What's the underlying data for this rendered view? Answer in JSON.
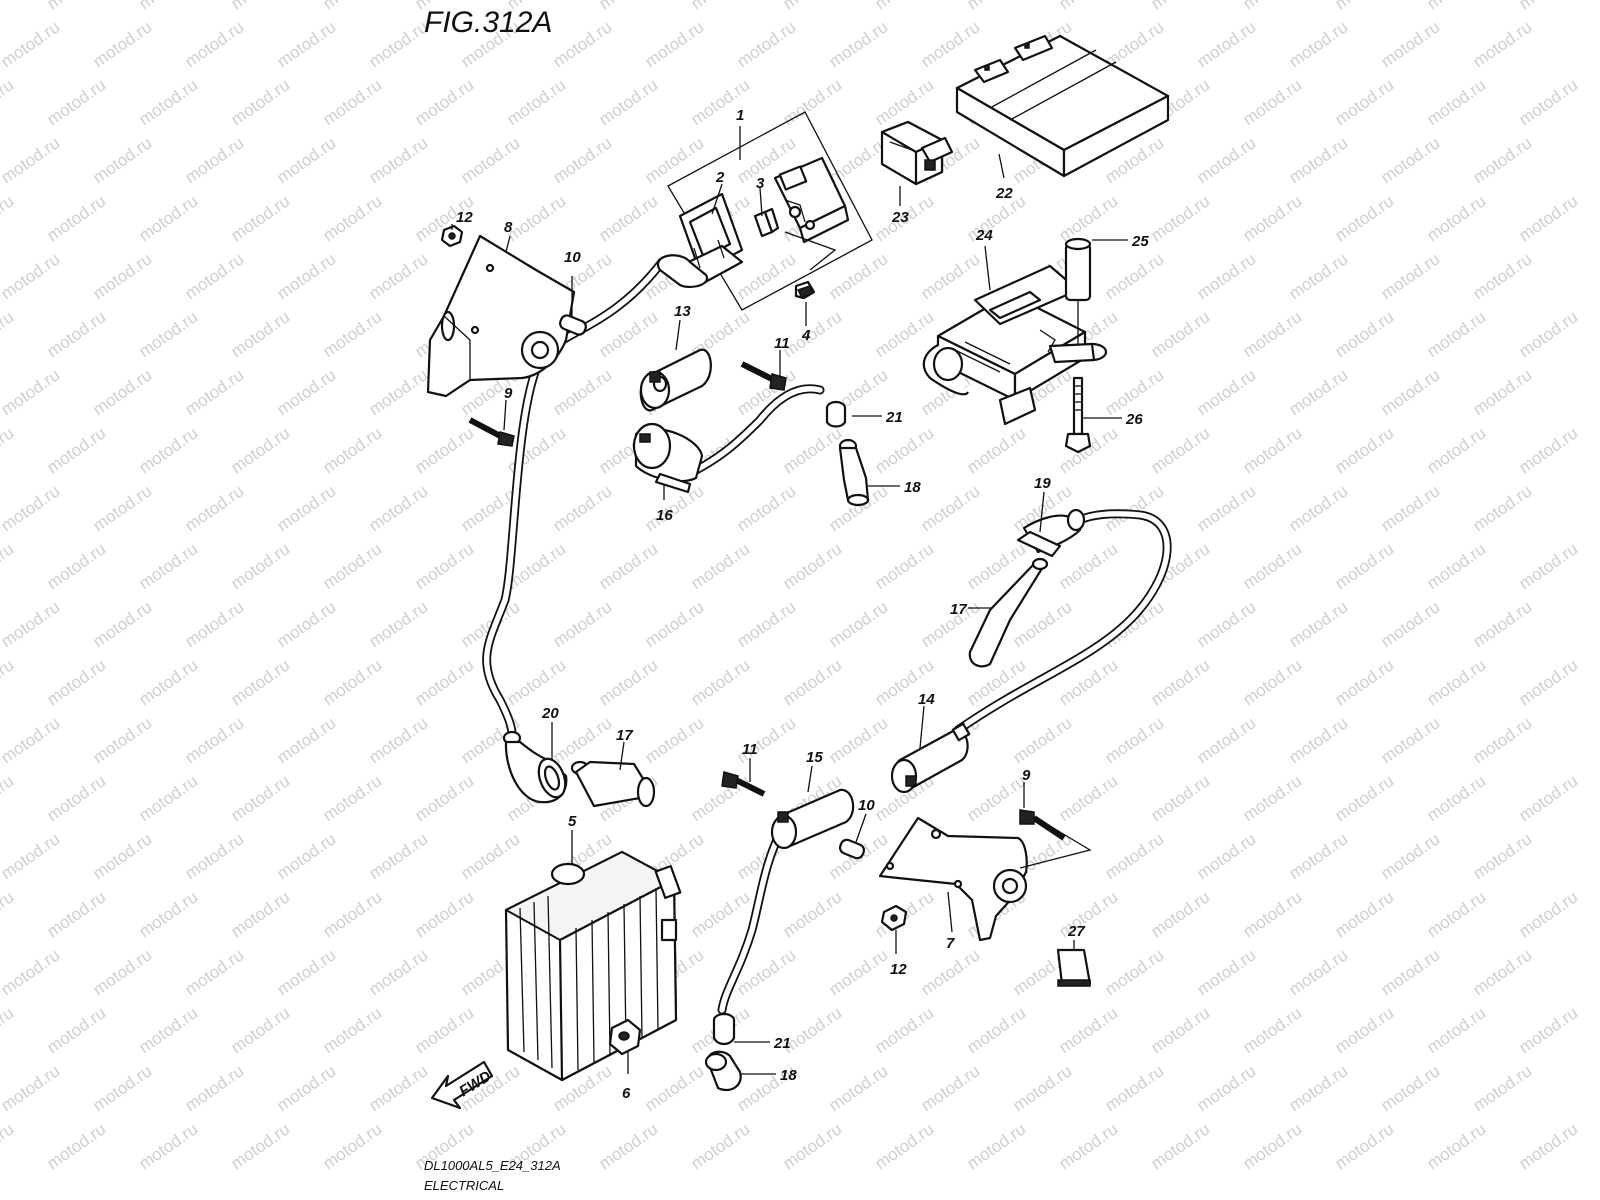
{
  "header": {
    "title": "FIG.312A"
  },
  "footer": {
    "code": "DL1000AL5_E24_312A",
    "section": "ELECTRICAL"
  },
  "fwd_arrow": {
    "label": "FWD"
  },
  "watermark": {
    "text": "motod.ru"
  },
  "callouts": [
    {
      "id": "c1",
      "label": "1"
    },
    {
      "id": "c2",
      "label": "2"
    },
    {
      "id": "c3",
      "label": "3"
    },
    {
      "id": "c4",
      "label": "4"
    },
    {
      "id": "c5",
      "label": "5"
    },
    {
      "id": "c6",
      "label": "6"
    },
    {
      "id": "c7",
      "label": "7"
    },
    {
      "id": "c8",
      "label": "8"
    },
    {
      "id": "c9a",
      "label": "9"
    },
    {
      "id": "c9b",
      "label": "9"
    },
    {
      "id": "c10a",
      "label": "10"
    },
    {
      "id": "c10b",
      "label": "10"
    },
    {
      "id": "c11a",
      "label": "11"
    },
    {
      "id": "c11b",
      "label": "11"
    },
    {
      "id": "c12a",
      "label": "12"
    },
    {
      "id": "c12b",
      "label": "12"
    },
    {
      "id": "c13",
      "label": "13"
    },
    {
      "id": "c14",
      "label": "14"
    },
    {
      "id": "c15",
      "label": "15"
    },
    {
      "id": "c16",
      "label": "16"
    },
    {
      "id": "c17a",
      "label": "17"
    },
    {
      "id": "c17b",
      "label": "17"
    },
    {
      "id": "c18a",
      "label": "18"
    },
    {
      "id": "c18b",
      "label": "18"
    },
    {
      "id": "c19",
      "label": "19"
    },
    {
      "id": "c20",
      "label": "20"
    },
    {
      "id": "c21a",
      "label": "21"
    },
    {
      "id": "c21b",
      "label": "21"
    },
    {
      "id": "c22",
      "label": "22"
    },
    {
      "id": "c23",
      "label": "23"
    },
    {
      "id": "c24",
      "label": "24"
    },
    {
      "id": "c25",
      "label": "25"
    },
    {
      "id": "c26",
      "label": "26"
    },
    {
      "id": "c27",
      "label": "27"
    }
  ]
}
